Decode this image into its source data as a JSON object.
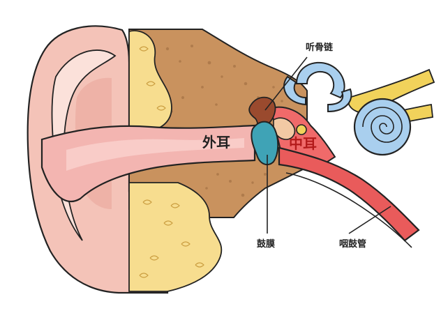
{
  "labels": {
    "outer_ear": "外耳",
    "middle_ear": "中耳",
    "ossicles": "听骨链",
    "eardrum": "鼓膜",
    "eustachian_tube": "咽鼓管"
  },
  "colors": {
    "skin": "#f4c3b8",
    "skin_light": "#fbe1da",
    "canal": "#f3b5b1",
    "bone": "#c9925e",
    "bone_spots": "#9a6a3f",
    "fat": "#f7dd8f",
    "eardrum": "#3fa3b6",
    "ossicles": "#9a4a2e",
    "tube": "#e95b5b",
    "cochlea": "#a9cfee",
    "nerve": "#f1d25b",
    "outline": "#222222"
  }
}
